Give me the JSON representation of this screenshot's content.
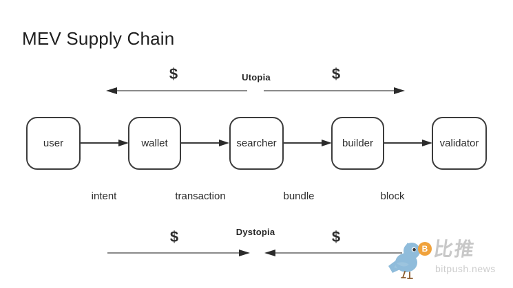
{
  "title": "MEV Supply Chain",
  "flow": {
    "nodes": [
      {
        "label": "user"
      },
      {
        "label": "wallet"
      },
      {
        "label": "searcher"
      },
      {
        "label": "builder"
      },
      {
        "label": "validator"
      }
    ],
    "edge_labels": [
      "intent",
      "transaction",
      "bundle",
      "block"
    ]
  },
  "utopia": {
    "label": "Utopia",
    "left_dollar": "$",
    "right_dollar": "$"
  },
  "dystopia": {
    "label": "Dystopia",
    "left_dollar": "$",
    "right_dollar": "$"
  },
  "watermark": {
    "brand": "比推",
    "site": "bitpush.news",
    "badge": "B"
  },
  "colors": {
    "background": "#ffffff",
    "box_border": "#3c3c3c",
    "text": "#2d2d2d",
    "arrow_line": "#8a8a8a",
    "arrow_head": "#2b2b2b",
    "bird_blue": "#8fbcdb",
    "badge_orange": "#f0a23c",
    "watermark_gray": "#c8c8c8"
  }
}
